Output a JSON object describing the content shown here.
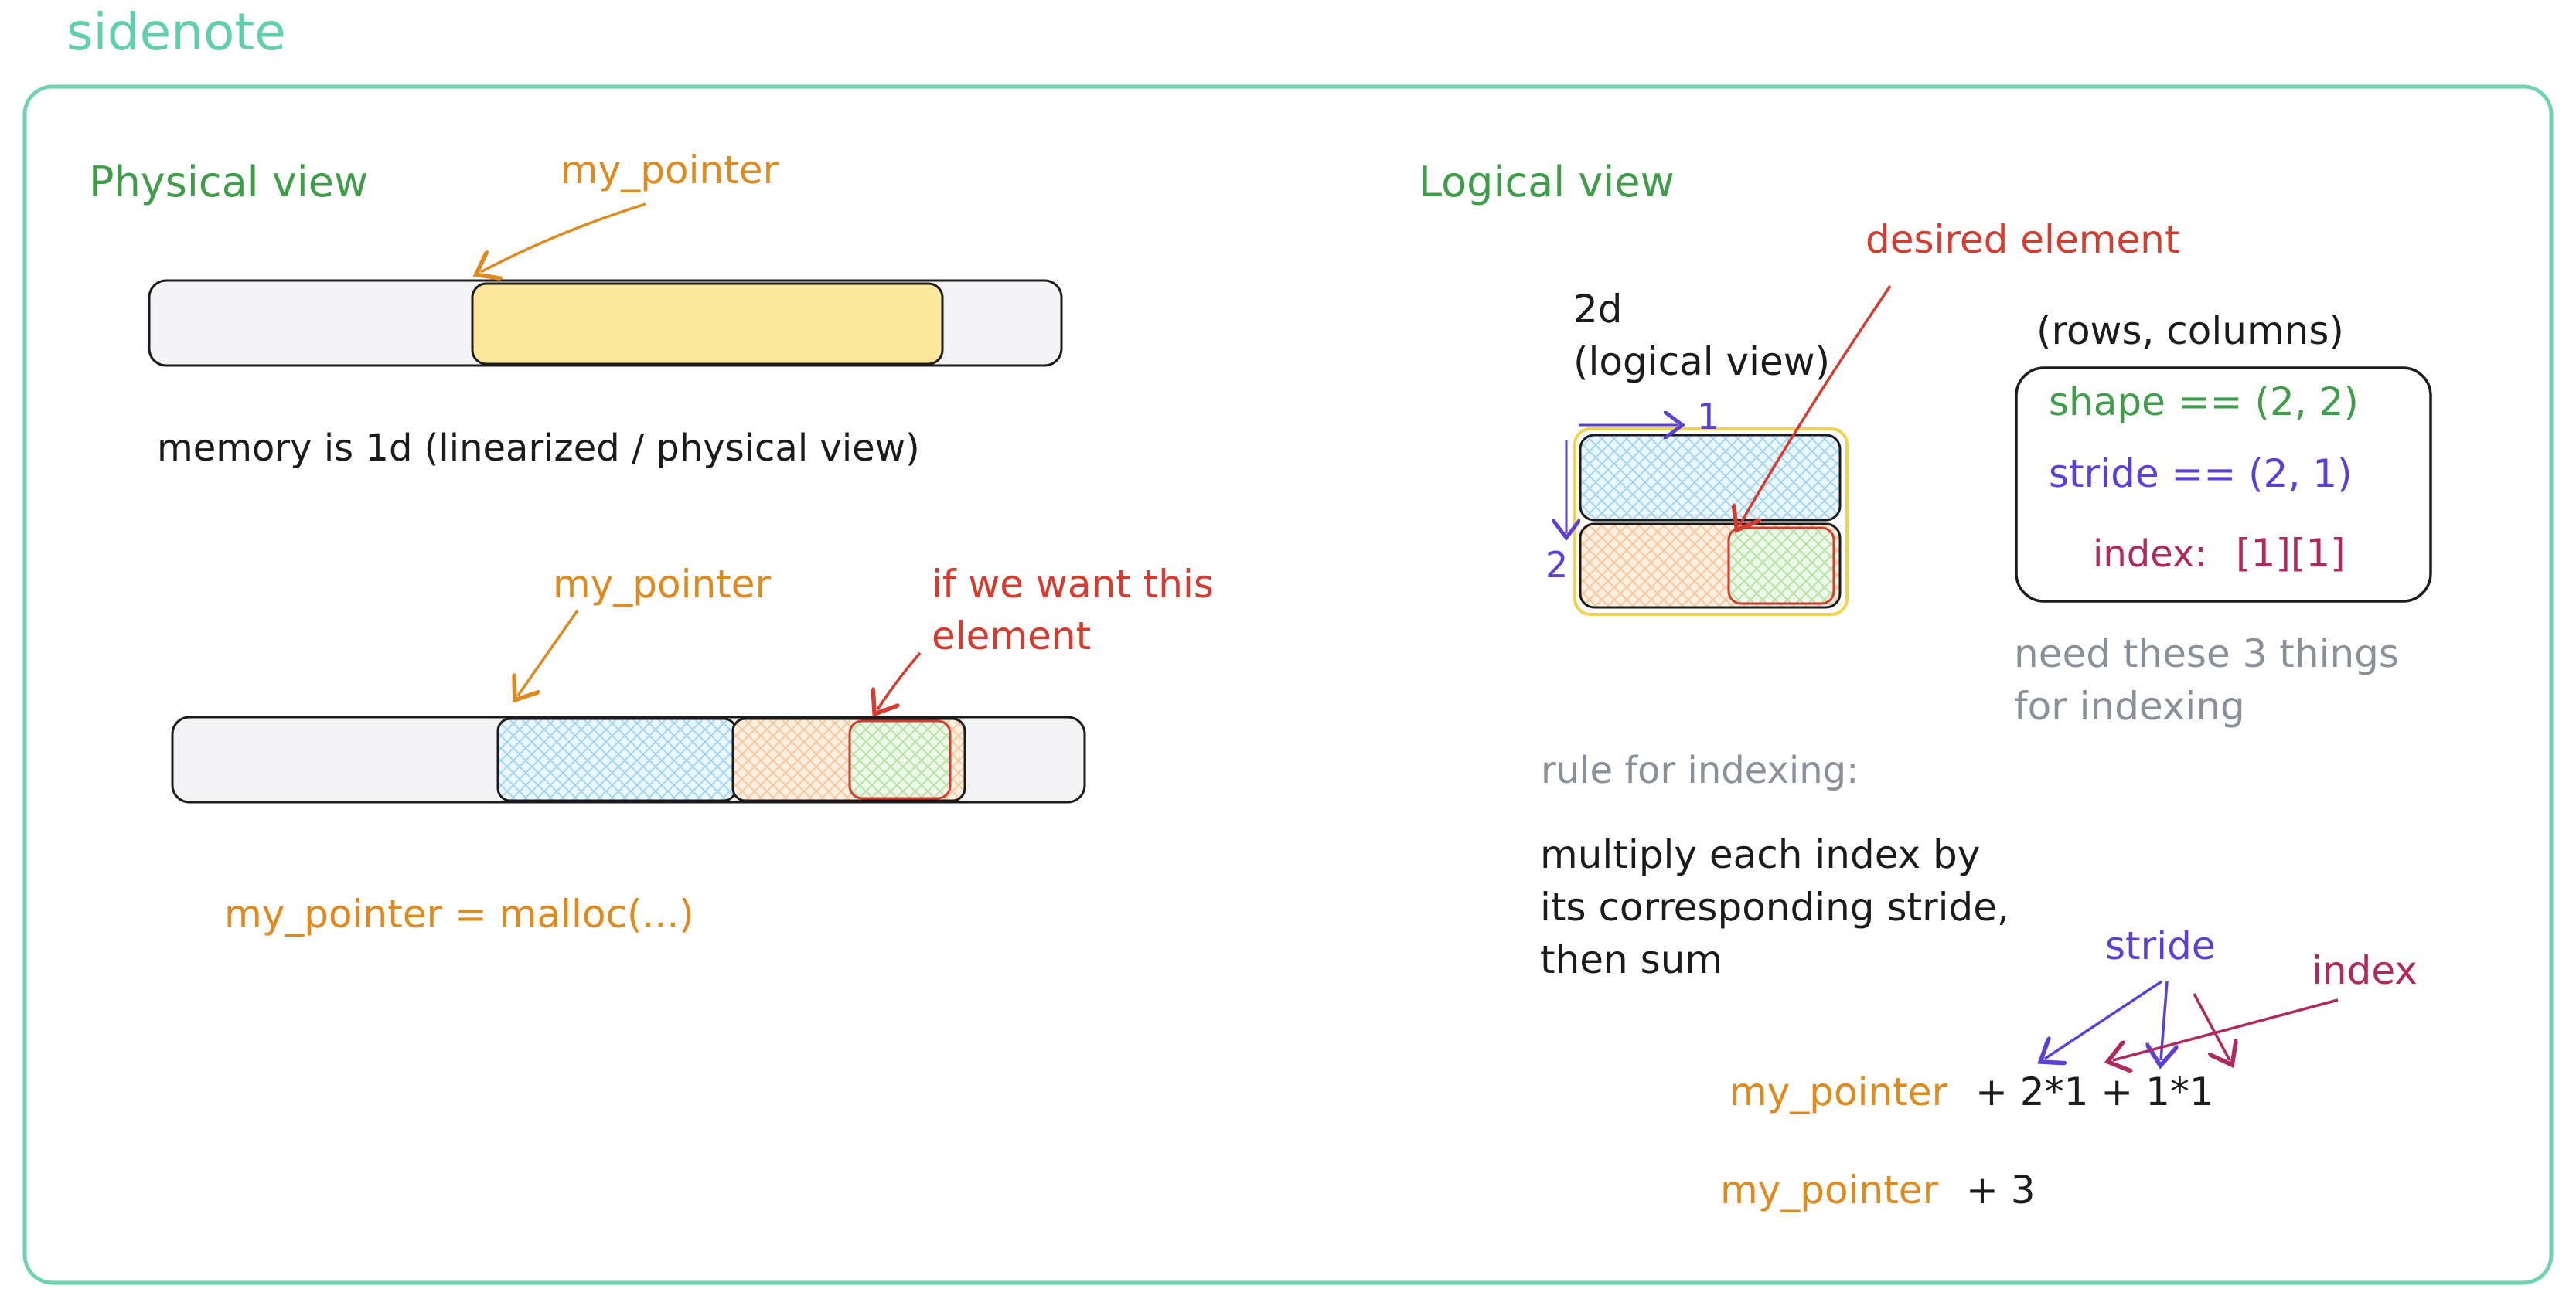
{
  "colors": {
    "frame": "#6fd3b0",
    "title": "#5fd0a8",
    "green": "#3f9d4a",
    "orange": "#e08a1e",
    "red": "#d63b2e",
    "purple": "#5b3fd6",
    "magenta": "#b0285c",
    "gray": "#8a9099",
    "black": "#1b1b1b",
    "bar": "#f3f3f6",
    "yellow": "#fde79a",
    "blue_hatch": "#a7d7f0",
    "peach_hatch": "#f9c89a",
    "green_hatch": "#b7e2a6"
  },
  "page": {
    "title": "sidenote"
  },
  "physical": {
    "heading": "Physical view",
    "pointer_label_1": "my_pointer",
    "memory_caption": "memory is 1d (linearized / physical view)",
    "pointer_label_2": "my_pointer",
    "want_line1": "if we want this",
    "want_line2": "element",
    "malloc": "my_pointer = malloc(...)"
  },
  "logical": {
    "heading": "Logical view",
    "desired": "desired element",
    "twod": "2d",
    "twod_sub": "(logical view)",
    "axis_col": "1",
    "axis_row": "2",
    "rows_cols": "(rows, columns)",
    "shape": "shape == (2, 2)",
    "stride": "stride == (2, 1)",
    "index_label": "index:",
    "index_value": "[1][1]",
    "need_line1": "need these 3 things",
    "need_line2": "for indexing",
    "rule": "rule for indexing:",
    "mult_line1": "multiply each index by",
    "mult_line2": "its corresponding stride,",
    "mult_line3": "then sum",
    "stride_label": "stride",
    "index_label2": "index",
    "formula_ptr": "my_pointer",
    "formula_rest": "+ 2*1 + 1*1",
    "result_ptr": "my_pointer",
    "result_rest": "+ 3"
  }
}
